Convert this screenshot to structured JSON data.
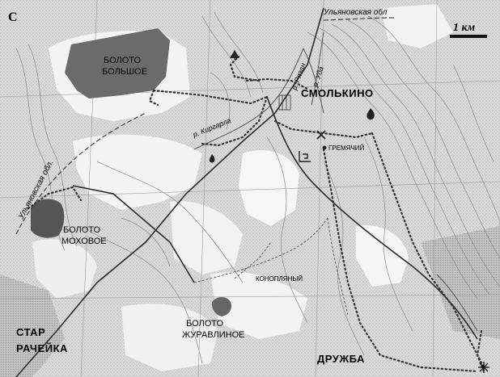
{
  "map": {
    "north_label": "С",
    "scale_label": "1 км",
    "region_top": "Ульяновская обл",
    "region_left": "Ульяновская обл.",
    "rivers": {
      "kirgarla": "р. Киргарла",
      "uda": "р. Уда",
      "ryazan": "р. Рязан"
    },
    "places": {
      "bolshoe_line1": "БОЛОТО",
      "bolshoe_line2": "БОЛЬШОЕ",
      "smolkino": "СМОЛЬКИНО",
      "gremyachiy": "ГРЕМЯЧИЙ",
      "mokhovoe_line1": "БОЛОТО",
      "mokhovoe_line2": "МОХОВОЕ",
      "konoplyany": "КОНОПЛЯНЫЙ",
      "zhuravlinoe_line1": "БОЛОТО",
      "zhuravlinoe_line2": "ЖУРАВЛИНОЕ",
      "rachejka_line1": "СТАР",
      "rachejka_line2": "РАЧЕЙКА",
      "druzhba": "ДРУЖБА"
    },
    "symbols": {
      "tent": "tent-icon",
      "fire": "campfire-icon",
      "ruins": "ruins-icon",
      "cross": "crossed-swords-icon",
      "star": "star-icon"
    },
    "colors": {
      "paper": "#ffffff",
      "forest_light": "#e6e6e6",
      "forest_dark": "#c9c9c9",
      "swamp": "#6b6b6b",
      "contour": "#8a8a8a",
      "grid": "#9a9a9a",
      "route": "#333333",
      "road": "#2a2a2a"
    }
  }
}
